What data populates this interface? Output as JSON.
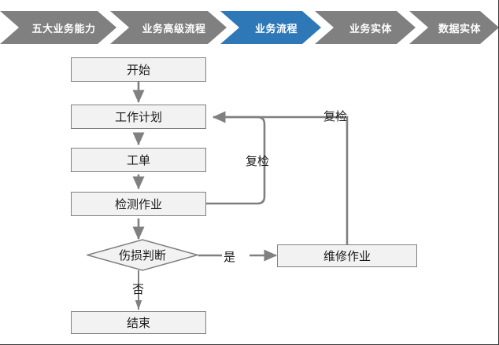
{
  "breadcrumb": {
    "items": [
      {
        "label": "五大业务能力",
        "active": false
      },
      {
        "label": "业务高级流程",
        "active": false
      },
      {
        "label": "业务流程",
        "active": true
      },
      {
        "label": "业务实体",
        "active": false
      },
      {
        "label": "数据实体",
        "active": false
      }
    ],
    "colors": {
      "inactive_fill": "#808080",
      "active_fill": "#2E78B8",
      "label_color": "#ffffff",
      "gap_color": "#ffffff"
    }
  },
  "flowchart": {
    "colors": {
      "node_fill": "#f2f2f2",
      "node_border": "#808080",
      "wire": "#808080",
      "text": "#1a1a1a"
    },
    "nodes": [
      {
        "id": "start",
        "label": "开始",
        "shape": "rect"
      },
      {
        "id": "workplan",
        "label": "工作计划",
        "shape": "rect"
      },
      {
        "id": "workorder",
        "label": "工单",
        "shape": "rect"
      },
      {
        "id": "inspection",
        "label": "检测作业",
        "shape": "rect"
      },
      {
        "id": "decision",
        "label": "伤损判断",
        "shape": "diamond"
      },
      {
        "id": "repair",
        "label": "维修作业",
        "shape": "rect"
      },
      {
        "id": "end",
        "label": "结束",
        "shape": "rect"
      }
    ],
    "edge_labels": [
      {
        "id": "recheck-inner",
        "label": "复检"
      },
      {
        "id": "recheck-outer",
        "label": "复检"
      },
      {
        "id": "yes",
        "label": "是"
      },
      {
        "id": "no",
        "label": "否"
      }
    ]
  }
}
